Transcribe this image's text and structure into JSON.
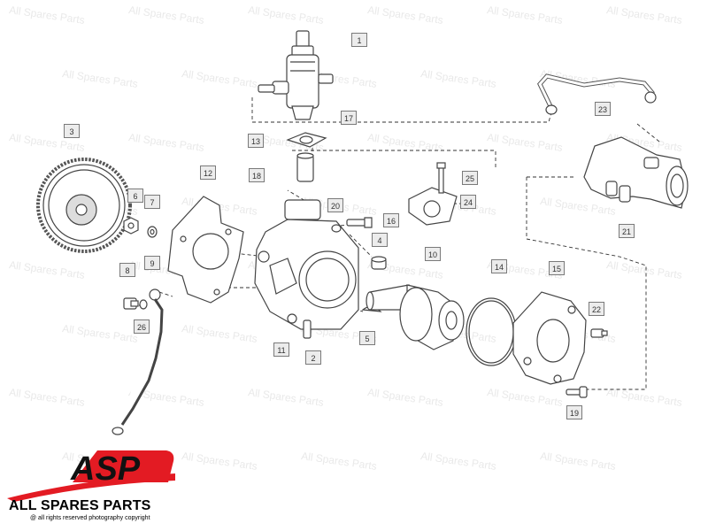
{
  "watermark_text": "All Spares Parts",
  "part_numbers": [
    "1",
    "2",
    "3",
    "4",
    "5",
    "6",
    "7",
    "8",
    "9",
    "10",
    "11",
    "12",
    "13",
    "14",
    "15",
    "16",
    "17",
    "18",
    "19",
    "20",
    "21",
    "22",
    "23",
    "24",
    "25",
    "26"
  ],
  "logo": {
    "mark": "ASP",
    "company": "ALL SPARES PARTS",
    "rights": "@ all rights reserved photography copyright",
    "colors": {
      "red": "#e31b23",
      "black": "#111111"
    }
  }
}
